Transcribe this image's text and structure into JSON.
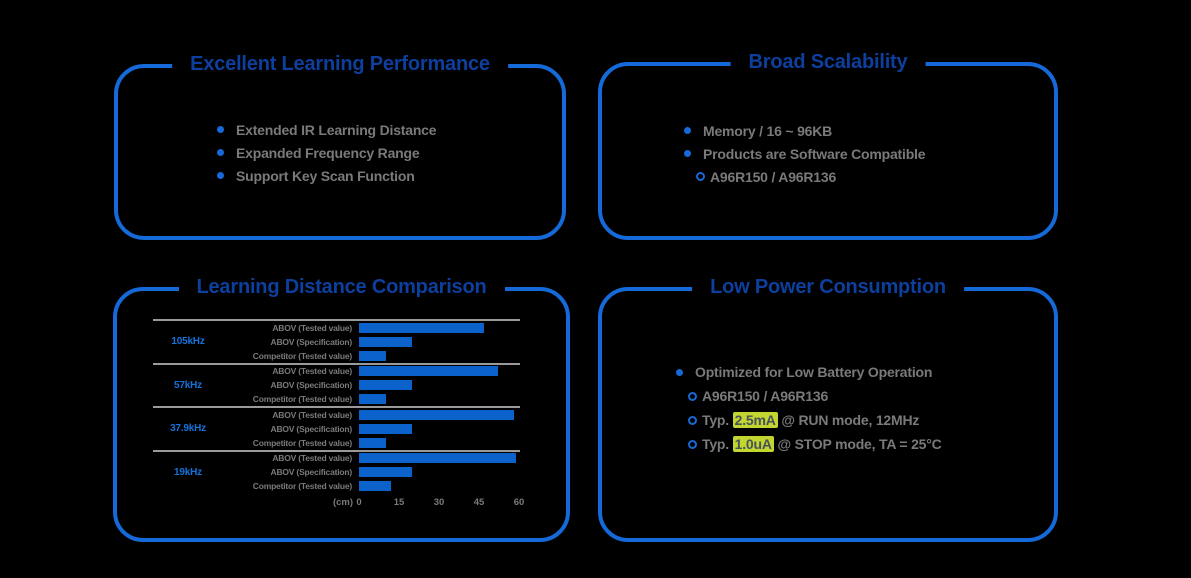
{
  "colors": {
    "background": "#000000",
    "panel_border": "#1569d8",
    "title_blue": "#0d3f9e",
    "body_gray": "#7a7a7a",
    "bullet_blue": "#1569d8",
    "bar_blue": "#0a62ca",
    "freq_blue": "#1573dc",
    "separator_gray": "#9a9a9a",
    "highlight_bg": "#c3d62f",
    "highlight_text": "#47525a"
  },
  "panels": {
    "learning_performance": {
      "title": "Excellent Learning Performance",
      "bullets": [
        {
          "level": 1,
          "text": "Extended IR Learning Distance"
        },
        {
          "level": 1,
          "text": "Expanded Frequency Range"
        },
        {
          "level": 1,
          "text": "Support Key Scan Function"
        }
      ]
    },
    "broad_scalability": {
      "title": "Broad Scalability",
      "bullets": [
        {
          "level": 1,
          "text": "Memory / 16 ~ 96KB"
        },
        {
          "level": 1,
          "text": "Products are Software Compatible"
        },
        {
          "level": 2,
          "text": "A96R150 / A96R136"
        }
      ]
    },
    "learning_distance": {
      "title": "Learning Distance Comparison"
    },
    "low_power": {
      "title": "Low Power Consumption",
      "bullets": [
        {
          "level": 1,
          "text": "Optimized for Low Battery Operation"
        },
        {
          "level": 2,
          "text": "A96R150 / A96R136"
        },
        {
          "level": 2,
          "prefix": "Typ. ",
          "highlight": "2.5mA",
          "suffix": " @ RUN mode, 12MHz"
        },
        {
          "level": 2,
          "prefix": "Typ. ",
          "highlight": "1.0uA",
          "suffix": " @ STOP mode, TA = 25°C"
        }
      ]
    }
  },
  "chart_data": {
    "type": "bar",
    "orientation": "horizontal",
    "title": "Learning Distance Comparison",
    "xlabel": "(cm)",
    "x_ticks": [
      0,
      15,
      30,
      45,
      60
    ],
    "xlim": [
      0,
      60
    ],
    "grid": false,
    "row_labels": [
      "ABOV (Tested value)",
      "ABOV (Specification)",
      "Competitor (Tested value)"
    ],
    "groups": [
      {
        "frequency": "105kHz",
        "values": [
          47,
          20,
          10
        ]
      },
      {
        "frequency": "57kHz",
        "values": [
          52,
          20,
          10
        ]
      },
      {
        "frequency": "37.9kHz",
        "values": [
          58,
          20,
          10
        ]
      },
      {
        "frequency": "19kHz",
        "values": [
          59,
          20,
          12
        ]
      }
    ]
  }
}
